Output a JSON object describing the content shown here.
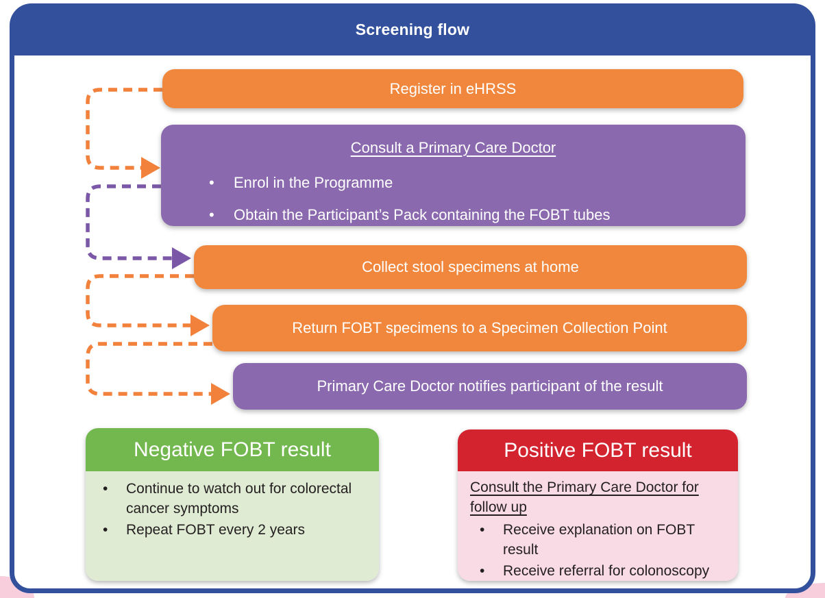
{
  "header": {
    "title": "Screening flow"
  },
  "flow": {
    "steps": [
      {
        "type": "simple",
        "color": "orange",
        "label": "Register in eHRSS"
      },
      {
        "type": "detailed",
        "color": "purple",
        "title": "Consult a Primary Care Doctor",
        "bullets": [
          "Enrol in the Programme",
          "Obtain the Participant’s Pack containing the FOBT tubes"
        ]
      },
      {
        "type": "simple",
        "color": "orange",
        "label": "Collect stool specimens at home"
      },
      {
        "type": "simple",
        "color": "orange",
        "label": "Return FOBT specimens to a Specimen Collection Point"
      },
      {
        "type": "simple",
        "color": "purple",
        "label": "Primary Care Doctor notifies participant of the result"
      }
    ]
  },
  "outcomes": {
    "negative": {
      "title": "Negative FOBT result",
      "bullets": [
        "Continue to watch out for colorectal cancer symptoms",
        "Repeat FOBT every 2 years"
      ]
    },
    "positive": {
      "title": "Positive FOBT result",
      "subheading": "Consult the Primary Care Doctor for follow up",
      "bullets": [
        "Receive explanation on FOBT result",
        "Receive referral for colonoscopy"
      ]
    }
  },
  "colors": {
    "frame_blue": "#32509c",
    "step_orange": "#f0873c",
    "step_purple": "#8a69ae",
    "arrow_orange": "#f2813b",
    "arrow_purple": "#7b57a7",
    "negative_green": "#72b84e",
    "negative_body": "#dfebd2",
    "positive_red": "#d2232f",
    "positive_body": "#f9dbe6",
    "corner_pink": "#f8cddc",
    "text_dark": "#231f20"
  }
}
